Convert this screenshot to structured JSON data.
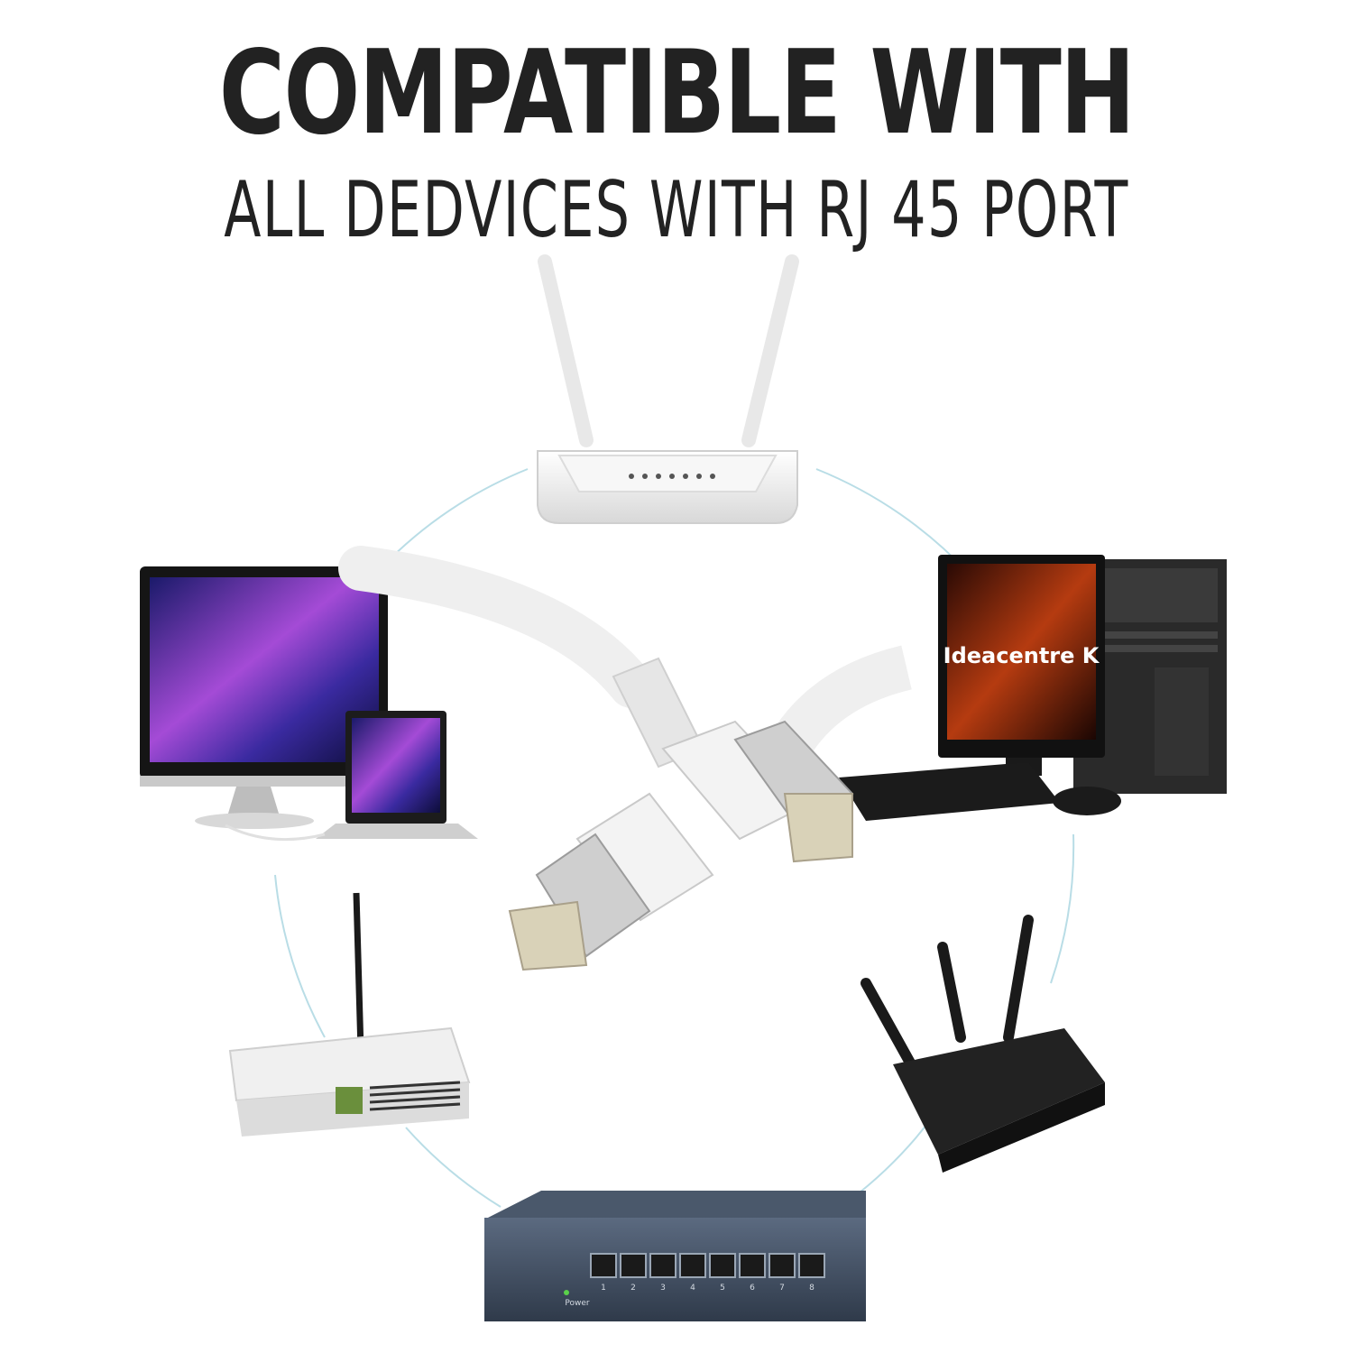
{
  "heading": {
    "title": "COMPATIBLE WITH",
    "subtitle": "ALL DEDVICES WITH RJ 45 PORT"
  },
  "devices": {
    "desktop_screen_text": "Ideacentre K",
    "switch_port_numbers": [
      "1",
      "2",
      "3",
      "4",
      "5",
      "6",
      "7",
      "8"
    ],
    "switch_power_label": "Power"
  },
  "colors": {
    "text": "#222222",
    "ring": "#b9dde6",
    "cable": "#f2f2f2",
    "dark_device": "#1e1e1e",
    "switch_body": "#3d4a5c"
  }
}
